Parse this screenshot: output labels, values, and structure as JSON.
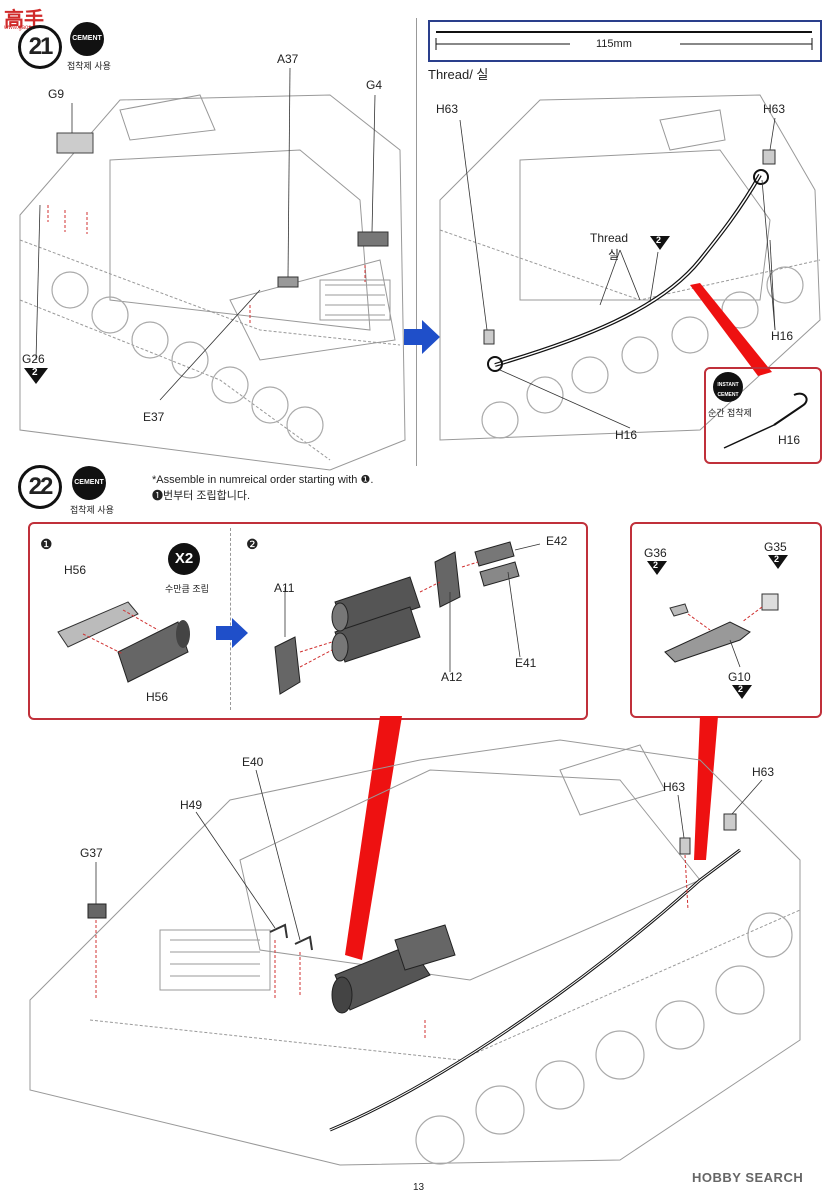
{
  "logo": {
    "text": "高手",
    "subtext": "www.gaos...",
    "color": "#d02a2a"
  },
  "step21": {
    "number": "21",
    "cement": "CEMENT",
    "cement_caption": "접착제 사용",
    "ruler_label": "115mm",
    "thread_title": "Thread/ 실",
    "left_labels": {
      "g9": "G9",
      "a37": "A37",
      "g4": "G4",
      "g26": "G26",
      "g26_badge": "2",
      "e37": "E37"
    },
    "right_labels": {
      "h63_left": "H63",
      "h63_right": "H63",
      "thread": "Thread",
      "thread_kr": "실",
      "thread_badge": "2",
      "h16_right": "H16",
      "h16_bottom": "H16"
    },
    "instant": {
      "badge": "INSTANT CEMENT",
      "caption": "순간 접착제",
      "part": "H16"
    }
  },
  "step22": {
    "number": "22",
    "cement": "CEMENT",
    "cement_caption": "접착제 사용",
    "note_en": "*Assemble in numreical order starting with ❶.",
    "note_kr": "❶번부터 조립합니다.",
    "sub1": {
      "num": "❶",
      "top": "H56",
      "bottom": "H56",
      "x2": "X2",
      "x2_caption": "수만큼 조립"
    },
    "sub2": {
      "num": "❷",
      "a11": "A11",
      "e42": "E42",
      "a12": "A12",
      "e41": "E41"
    },
    "sub3": {
      "g36": "G36",
      "g36_badge": "2",
      "g35": "G35",
      "g35_badge": "2",
      "g10": "G10",
      "g10_badge": "2"
    },
    "main": {
      "e40": "E40",
      "h49": "H49",
      "g37": "G37",
      "h63_a": "H63",
      "h63_b": "H63"
    }
  },
  "footer": {
    "page": "13",
    "watermark": "HOBBY SEARCH"
  },
  "colors": {
    "accent_red": "#c0303a",
    "arrow_blue": "#1f4fc9",
    "part_gray": "#555555"
  }
}
